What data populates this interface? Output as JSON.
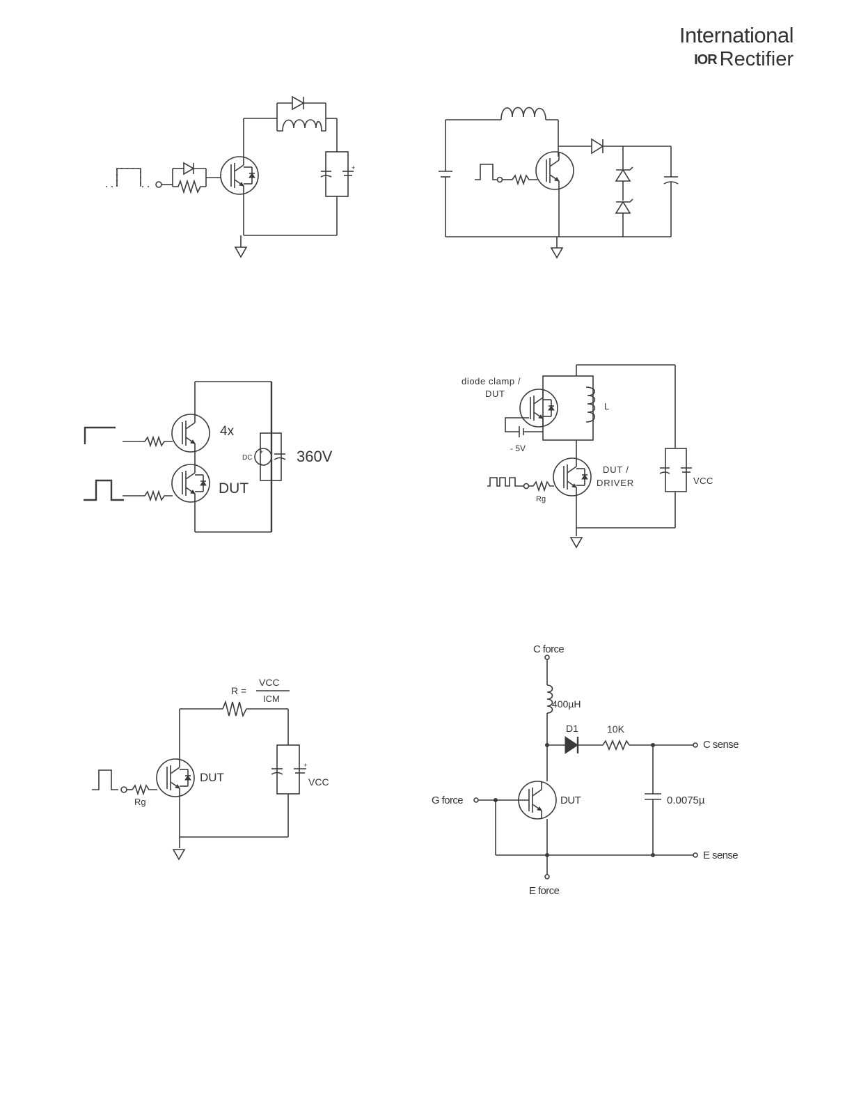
{
  "header": {
    "logo_line1": "International",
    "logo_mark": "IOR",
    "logo_line2": "Rectifier"
  },
  "fig3": {
    "label_4x": "4x",
    "label_dc": "DC",
    "label_360v": "360V",
    "label_dut": "DUT"
  },
  "fig4": {
    "label_clamp_1": "diode clamp /",
    "label_clamp_2": "DUT",
    "label_l": "L",
    "label_m5v": "- 5V",
    "label_dut_1": "DUT /",
    "label_dut_2": "DRIVER",
    "label_vcc": "VCC",
    "label_rg": "Rg"
  },
  "fig5": {
    "label_r_eq": "R =",
    "label_vcc_num": "VCC",
    "label_icm_den": "ICM",
    "label_dut": "DUT",
    "label_vcc": "VCC",
    "label_rg": "Rg"
  },
  "fig6": {
    "label_cforce": "C force",
    "label_inductor": "400µH",
    "label_d1": "D1",
    "label_10k": "10K",
    "label_csense": "C sense",
    "label_gforce": "G force",
    "label_dut": "DUT",
    "label_cap": "0.0075µ",
    "label_esense": "E sense",
    "label_eforce": "E force"
  }
}
